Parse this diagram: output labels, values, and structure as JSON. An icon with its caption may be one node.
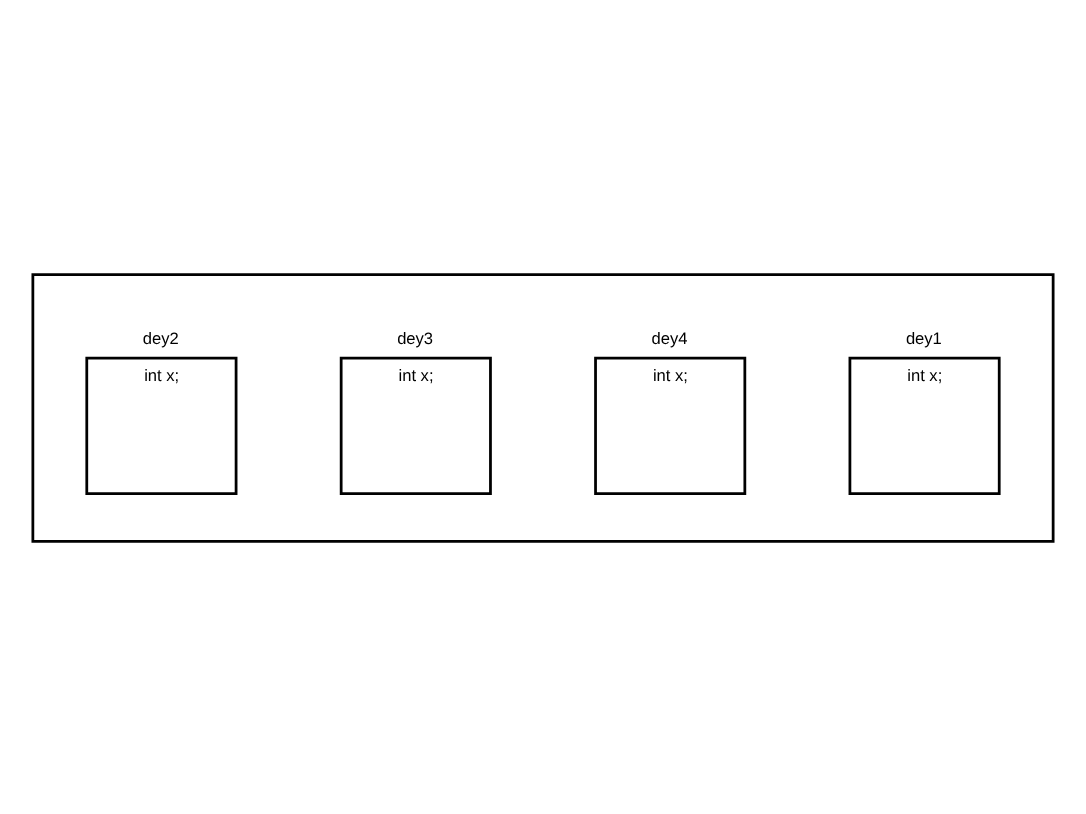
{
  "diagram": {
    "nodes": [
      {
        "text": [],
        "shape": "box"
      },
      {
        "text": [
          "dey1",
          "int x;"
        ],
        "in": 0
      },
      {
        "text": [
          "dey4",
          "int x;"
        ],
        "in": 0
      },
      {
        "text": [
          "dey3",
          "int x;"
        ],
        "in": 0
      },
      {
        "text": [
          "dey2",
          "int x;"
        ],
        "in": 0
      }
    ]
  }
}
